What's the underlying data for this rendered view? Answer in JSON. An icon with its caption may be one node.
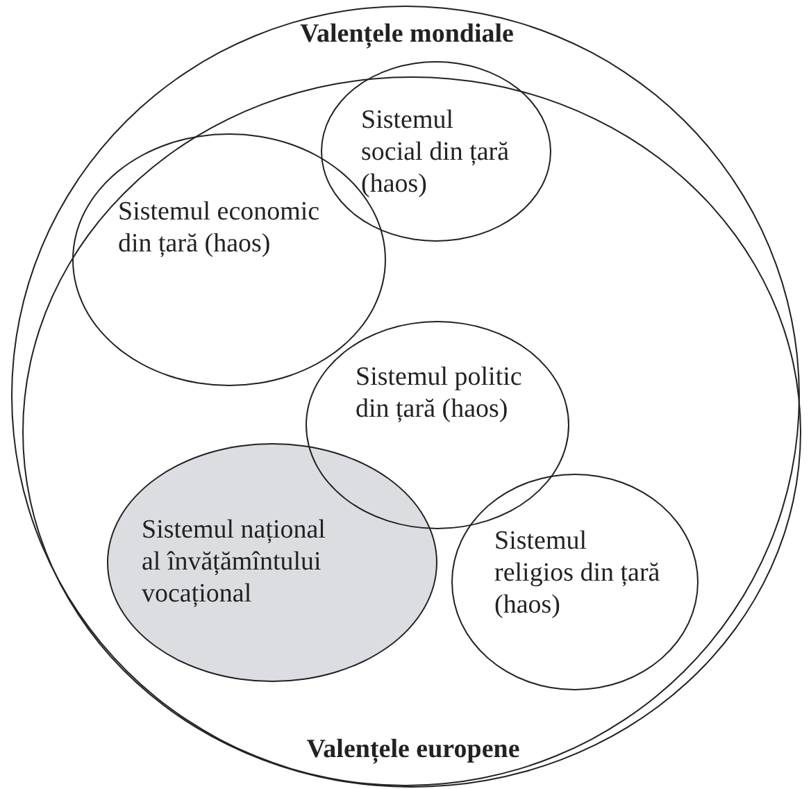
{
  "diagram": {
    "nodes": [
      {
        "text": [
          "Valențele mondiale"
        ]
      },
      {
        "text": [
          "Valențele europene"
        ],
        "in": 0
      },
      {
        "text": [
          "Sistemul social din țară (haos)"
        ],
        "in": 1
      },
      {
        "text": [
          "Sistemul economic din țară (haos)"
        ],
        "in": 1
      },
      {
        "text": [
          "Sistemul politic din țară (haos)"
        ],
        "in": 1
      },
      {
        "text": [
          "Sistemul național al învățămîntului vocațional"
        ],
        "in": 1
      },
      {
        "text": [
          "Sistemul religios din țară (haos)"
        ],
        "in": 1
      }
    ]
  }
}
